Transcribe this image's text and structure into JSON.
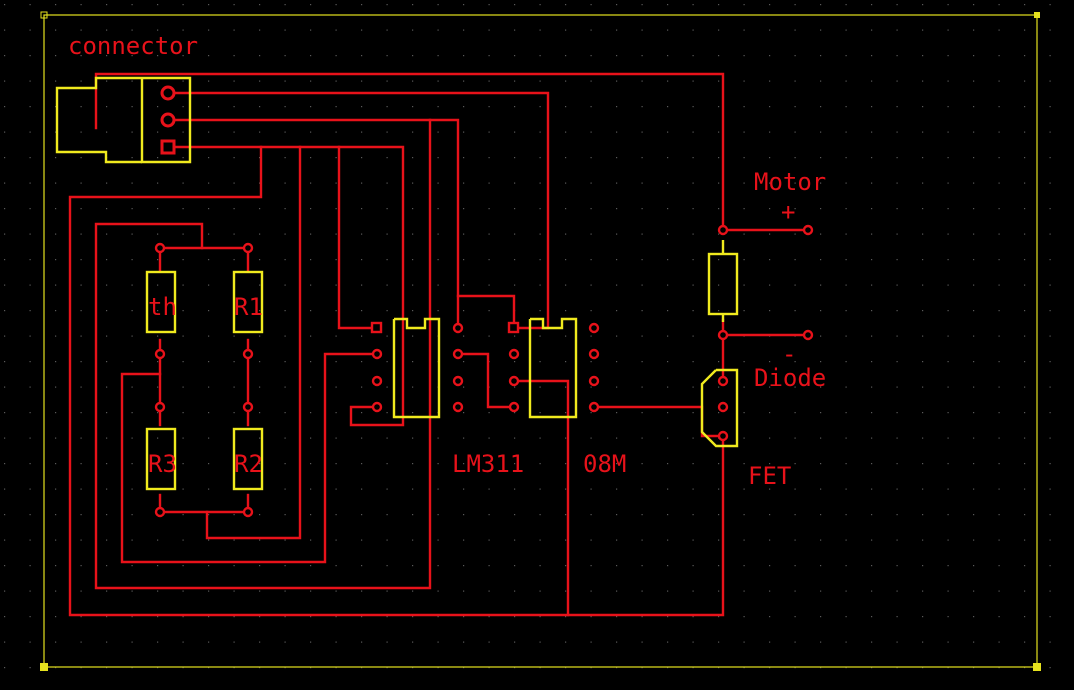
{
  "colors": {
    "background": "#000000",
    "copper": "#e8121a",
    "silkscreen": "#f0ea1e",
    "outline": "#e6e21e",
    "grid_dot": "#5a5a5a"
  },
  "labels": {
    "connector": "connector",
    "motor": "Motor",
    "motor_plus": "+",
    "motor_minus": "-",
    "diode": "Diode",
    "lm311": "LM311",
    "chip_08m": "08M",
    "fet": "FET",
    "thermistor": "th",
    "r1": "R1",
    "r2": "R2",
    "r3": "R3"
  }
}
